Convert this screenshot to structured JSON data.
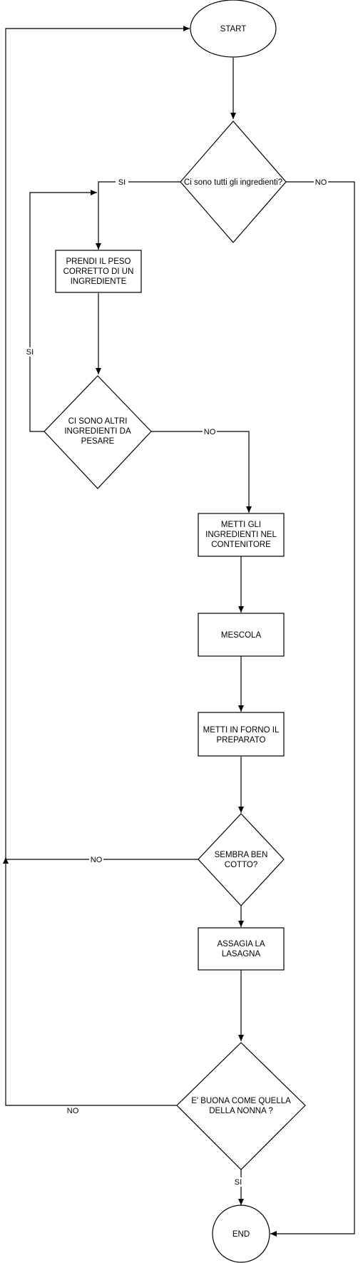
{
  "nodes": {
    "start": {
      "text": "START"
    },
    "q_ingredients": {
      "text": "Ci sono tutti gli ingredienti?"
    },
    "weigh": {
      "lines": [
        "PRENDI IL PESO",
        "CORRETTO DI UN",
        "INGREDIENTE"
      ]
    },
    "q_more": {
      "lines": [
        "CI SONO ALTRI",
        "INGREDIENTI DA",
        "PESARE"
      ]
    },
    "put_in": {
      "lines": [
        "METTI GLI",
        "INGREDIENTI NEL",
        "CONTENITORE"
      ]
    },
    "mix": {
      "text": "MESCOLA"
    },
    "oven": {
      "lines": [
        "METTI IN FORNO IL",
        "PREPARATO"
      ]
    },
    "q_cooked": {
      "lines": [
        "SEMBRA BEN",
        "COTTO?"
      ]
    },
    "taste": {
      "lines": [
        "ASSAGIA LA",
        "LASAGNA"
      ]
    },
    "q_good": {
      "lines": [
        "E' BUONA COME QUELLA",
        "DELLA NONNA ?"
      ]
    },
    "end": {
      "text": "END"
    }
  },
  "edge_labels": {
    "ingredients_yes": "SI",
    "ingredients_no": "NO",
    "more_yes": "SI",
    "more_no": "NO",
    "cooked_no": "NO",
    "good_no": "NO",
    "good_yes": "SI"
  }
}
